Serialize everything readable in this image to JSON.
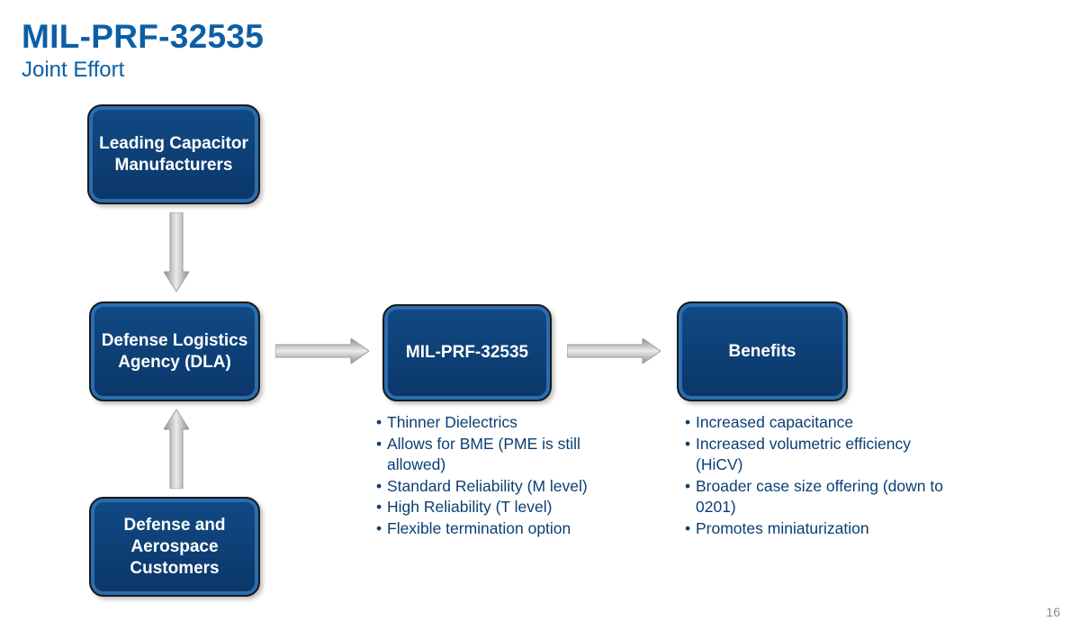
{
  "header": {
    "title": "MIL-PRF-32535",
    "subtitle": "Joint Effort"
  },
  "boxes": {
    "manufacturers": "Leading Capacitor Manufacturers",
    "dla": "Defense Logistics Agency (DLA)",
    "customers": "Defense and Aerospace Customers",
    "spec": "MIL-PRF-32535",
    "benefits": "Benefits"
  },
  "spec_points": [
    "Thinner Dielectrics",
    "Allows for BME (PME is still allowed)",
    "Standard Reliability (M level)",
    "High Reliability (T level)",
    "Flexible termination option"
  ],
  "benefit_points": [
    "Increased capacitance",
    "Increased volumetric efficiency (HiCV)",
    "Broader case size offering (down to 0201)",
    "Promotes miniaturization"
  ],
  "colors": {
    "title": "#0b5fa5",
    "box_fill": "#0d3e74",
    "bullet_text": "#0b3f73",
    "arrow": "#a9a9a9"
  },
  "page_number": "16"
}
